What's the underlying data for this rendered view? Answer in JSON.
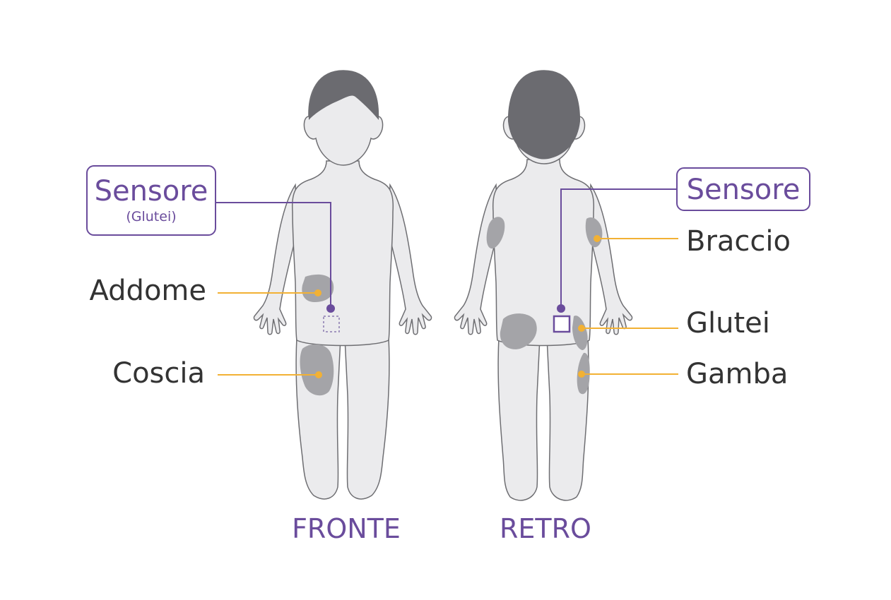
{
  "front": {
    "caption": "FRONTE",
    "sensor_title": "Sensore",
    "sensor_subtitle": "(Glutei)",
    "labels": {
      "abdomen": "Addome",
      "thigh": "Coscia"
    }
  },
  "back": {
    "caption": "RETRO",
    "sensor_title": "Sensore",
    "labels": {
      "arm": "Braccio",
      "buttocks": "Glutei",
      "leg": "Gamba"
    }
  },
  "colors": {
    "purple": "#6a4c9c",
    "leader_orange": "#f2b134",
    "skin": "#ebebed",
    "outline": "#6e6e72",
    "hair": "#6b6b70",
    "zone": "#a4a4a8",
    "text": "#333333"
  }
}
